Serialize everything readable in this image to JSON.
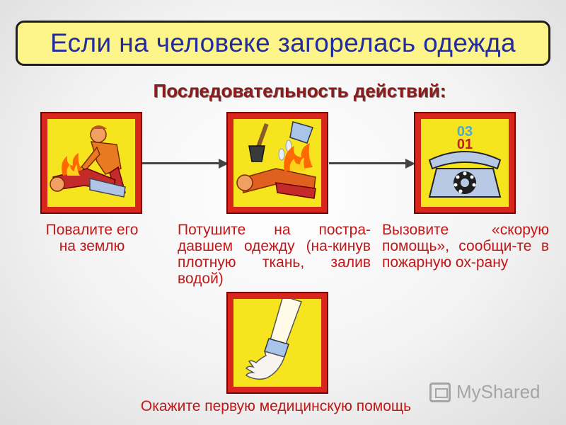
{
  "title": "Если на человеке загорелась одежда",
  "subtitle": "Последовательность действий:",
  "steps": [
    {
      "caption_lines": [
        "Повалите его",
        "на землю"
      ],
      "picture": "person-extinguishing-burning-person"
    },
    {
      "caption": "Потушите на постра-давшем одежду (на-кинув плотную ткань, залив водой)",
      "picture": "shovel-and-water-on-burning-person"
    },
    {
      "caption": "Вызовите «скорую помощь», сообщи-те в пожарную ох-рану",
      "picture": "telephone",
      "phone_numbers": [
        "03",
        "01"
      ]
    },
    {
      "caption": "Окажите первую медицинскую помощь",
      "picture": "bandaged-arm"
    }
  ],
  "watermark": "MyShared",
  "colors": {
    "title_bg": "#fdf58a",
    "title_text": "#232c9c",
    "subtitle": "#8c1c1c",
    "caption": "#c01818",
    "frame": "#d8261d",
    "panel": "#f6e51e"
  }
}
